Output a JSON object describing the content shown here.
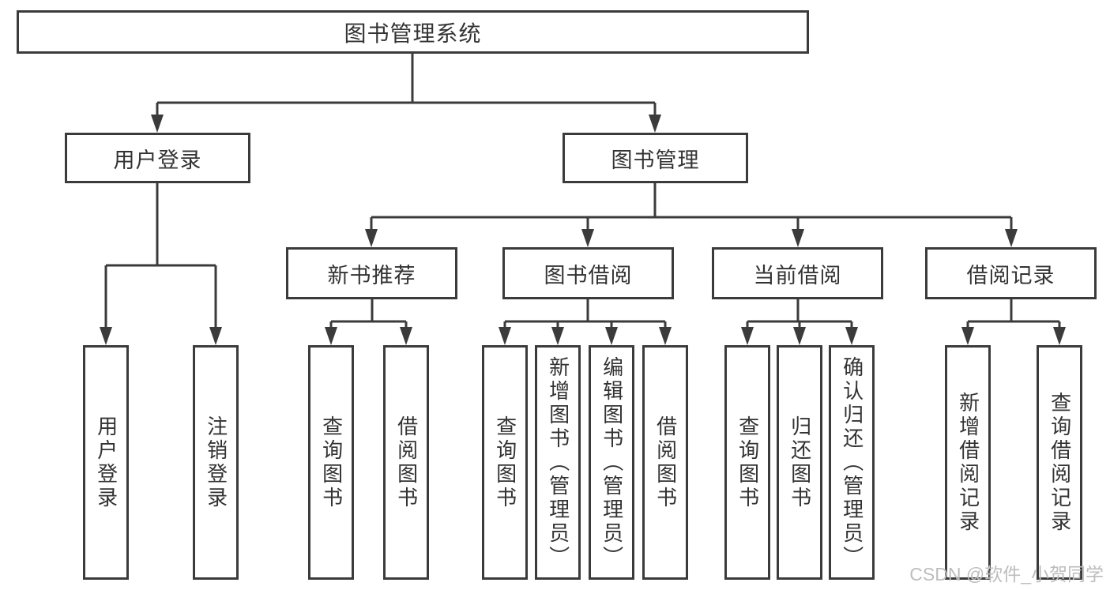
{
  "diagram": {
    "root": {
      "label": "图书管理系统"
    },
    "branches": [
      {
        "label": "用户登录",
        "children": [
          {
            "label": "用户登录"
          },
          {
            "label": "注销登录"
          }
        ]
      },
      {
        "label": "图书管理",
        "children": [
          {
            "label": "新书推荐",
            "children": [
              {
                "label": "查询图书"
              },
              {
                "label": "借阅图书"
              }
            ]
          },
          {
            "label": "图书借阅",
            "children": [
              {
                "label": "查询图书"
              },
              {
                "label": "新增图书（管理员）"
              },
              {
                "label": "编辑图书（管理员）"
              },
              {
                "label": "借阅图书"
              }
            ]
          },
          {
            "label": "当前借阅",
            "children": [
              {
                "label": "查询图书"
              },
              {
                "label": "归还图书"
              },
              {
                "label": "确认归还（管理员）"
              }
            ]
          },
          {
            "label": "借阅记录",
            "children": [
              {
                "label": "新增借阅记录"
              },
              {
                "label": "查询借阅记录"
              }
            ]
          }
        ]
      }
    ]
  },
  "watermark": {
    "text": "CSDN @软件_小贺同学"
  },
  "colors": {
    "line": "#3b3b3b",
    "text": "#333333",
    "watermark": "#bdbdbd",
    "background": "#ffffff"
  }
}
